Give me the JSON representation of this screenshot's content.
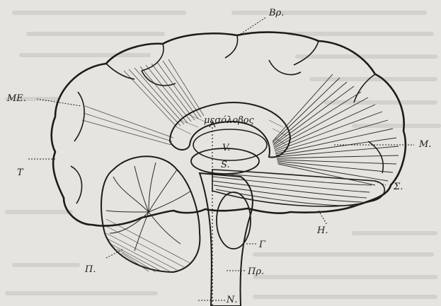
{
  "labels": {
    "top": "Βρ.",
    "upper_left": "ΜΕ.",
    "left": "Τ",
    "right_m": "Μ.",
    "right_sigma": "Σ.",
    "lower_right": "Η.",
    "gamma": "Γ",
    "lower_left": "Π.",
    "pr": "Πρ.",
    "bottom": "Ν.",
    "corpus": "μεσόλοβος",
    "v": "V.",
    "s": "S."
  }
}
